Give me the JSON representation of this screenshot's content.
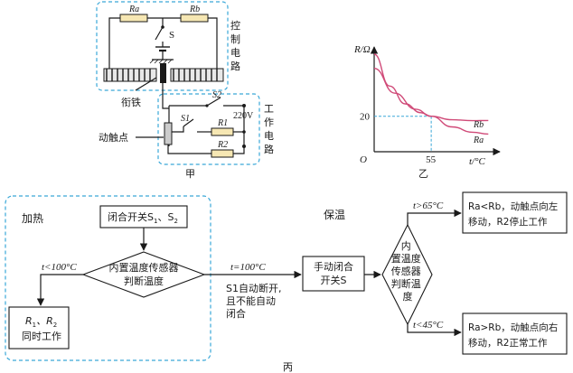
{
  "circuit": {
    "ra": "Ra",
    "rb": "Rb",
    "s": "S",
    "control_label": [
      "控",
      "制",
      "电",
      "路"
    ],
    "armature": "衔铁",
    "s2": "S2",
    "v220": "220V",
    "work_label": [
      "工",
      "作",
      "电",
      "路"
    ],
    "s1": "S1",
    "r1": "R1",
    "r2": "R2",
    "contact": "动触点",
    "caption": "甲"
  },
  "graph": {
    "ylabel": "R/Ω",
    "xlabel": "t/°C",
    "origin": "O",
    "y_tick": "20",
    "x_tick": "55",
    "curve_rb": "Rb",
    "curve_ra": "Ra",
    "caption": "乙"
  },
  "chart_data": {
    "type": "line",
    "xlabel": "t/°C",
    "ylabel": "R/Ω",
    "crossing": {
      "x": 55,
      "y": 20
    },
    "series": [
      {
        "name": "Rb",
        "x": [
          0,
          20,
          40,
          55,
          75,
          95,
          110
        ],
        "y": [
          47,
          33,
          24,
          20,
          18,
          17.5,
          17.6
        ]
      },
      {
        "name": "Ra",
        "x": [
          0,
          15,
          30,
          45,
          55,
          75,
          95,
          110
        ],
        "y": [
          55,
          37,
          27,
          22,
          20,
          14,
          11,
          10
        ]
      }
    ]
  },
  "flow": {
    "heat": "加热",
    "close_pre": "闭合开关S",
    "close_s1": "1",
    "close_mid": "、S",
    "close_s2": "2",
    "decision_left": "内置温度传感器",
    "decision_left2": "判断温度",
    "lt100": "t<100°C",
    "eq100": "t=100°C",
    "s1_note": [
      "S1自动断开,",
      "且不能自动",
      "闭合"
    ],
    "both_r1": "R",
    "both_sub1": "1",
    "both_mid": "、R",
    "both_sub2": "2",
    "both_line2": "同时工作",
    "keep": "保温",
    "manual": [
      "手动闭合",
      "开关S"
    ],
    "decision_right": [
      "内",
      "置温度",
      "传感器",
      "判断温",
      "度"
    ],
    "gt65": "t>65°C",
    "lt45": "t<45°C",
    "out_top": [
      "Ra<Rb，动触点向左",
      "移动，R2停止工作"
    ],
    "out_bottom": [
      "Ra>Rb，动触点向右",
      "移动，R2正常工作"
    ],
    "caption": "丙"
  }
}
